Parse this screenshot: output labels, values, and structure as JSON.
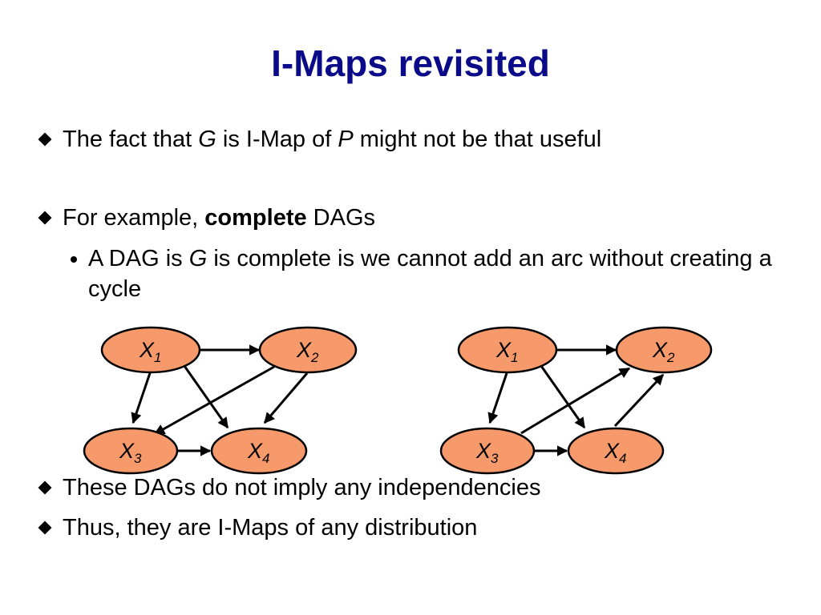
{
  "title": "I-Maps revisited",
  "bullets": [
    {
      "pre": "The fact that ",
      "g": "G",
      "mid": " is I-Map of ",
      "p": "P",
      "post": " might not be that useful"
    },
    {
      "pre": "For example, ",
      "bold": "complete",
      "post": " DAGs"
    },
    {
      "pre": "A DAG is ",
      "g": "G",
      "post": " is complete is we cannot add an arc without creating a cycle"
    },
    {
      "text": "These DAGs do not imply any independencies"
    },
    {
      "text": "Thus, they are I-Maps of any distribution"
    }
  ],
  "graphs": [
    {
      "nodes": [
        {
          "var": "X",
          "sub": "1"
        },
        {
          "var": "X",
          "sub": "2"
        },
        {
          "var": "X",
          "sub": "3"
        },
        {
          "var": "X",
          "sub": "4"
        }
      ]
    },
    {
      "nodes": [
        {
          "var": "X",
          "sub": "1"
        },
        {
          "var": "X",
          "sub": "2"
        },
        {
          "var": "X",
          "sub": "3"
        },
        {
          "var": "X",
          "sub": "4"
        }
      ]
    }
  ],
  "colors": {
    "title": "#0b0b8a",
    "node_fill": "#f79a6b"
  }
}
